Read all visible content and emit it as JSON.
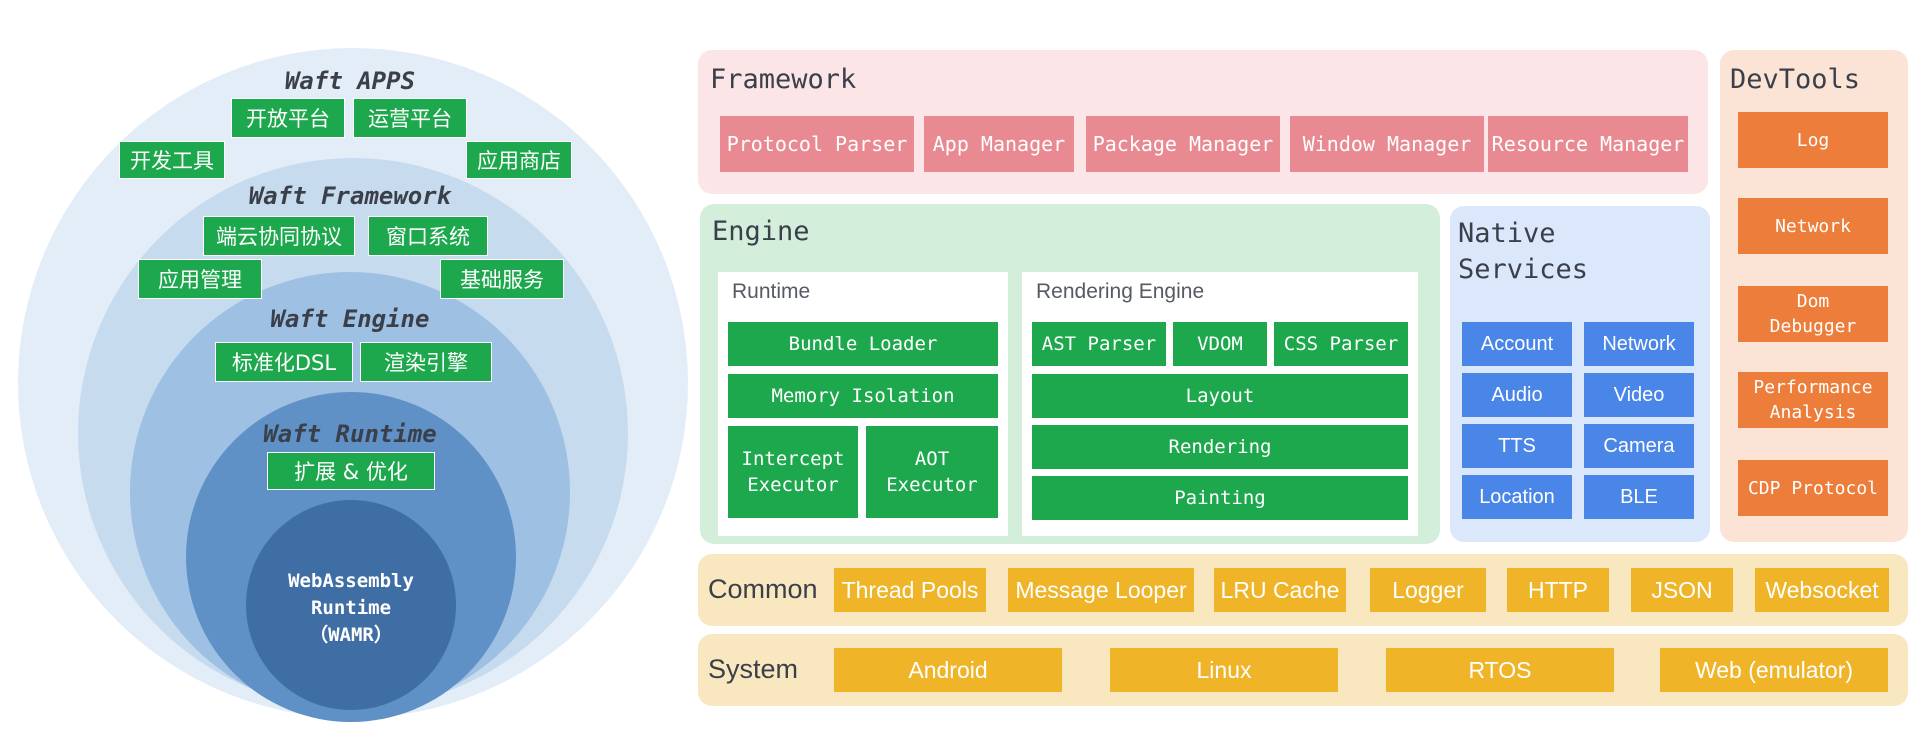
{
  "colors": {
    "green": "#1ea84d",
    "pink_panel": "#fbe5e6",
    "pink_box": "#e98a92",
    "green_panel": "#d3efdc",
    "blue_panel": "#dbe7fb",
    "blue_box": "#4a86e8",
    "orange_panel": "#fbe4d6",
    "orange_box": "#ec7d3a",
    "yellow_panel": "#f8e7bf",
    "yellow_box": "#f0b429",
    "ring_1": "#e3edf8",
    "ring_2": "#c7dbef",
    "ring_3": "#9ec0e3",
    "ring_4": "#5f90c6",
    "core": "#3f6ea5"
  },
  "onion": {
    "apps": {
      "title": "Waft APPS",
      "tags": [
        "开放平台",
        "运营平台",
        "开发工具",
        "应用商店"
      ]
    },
    "framework": {
      "title": "Waft Framework",
      "tags": [
        "端云协同协议",
        "窗口系统",
        "应用管理",
        "基础服务"
      ]
    },
    "engine": {
      "title": "Waft Engine",
      "tags": [
        "标准化DSL",
        "渲染引擎"
      ]
    },
    "runtime": {
      "title": "Waft Runtime",
      "tags": [
        "扩展 & 优化"
      ]
    },
    "core": {
      "line1": "WebAssembly",
      "line2": "Runtime",
      "line3": "（WAMR）"
    }
  },
  "framework": {
    "title": "Framework",
    "items": [
      "Protocol Parser",
      "App Manager",
      "Package Manager",
      "Window Manager",
      "Resource Manager"
    ]
  },
  "devtools": {
    "title": "DevTools",
    "items": [
      "Log",
      "Network",
      "Dom\nDebugger",
      "Performance\nAnalysis",
      "CDP Protocol"
    ]
  },
  "engine": {
    "title": "Engine",
    "runtime": {
      "title": "Runtime",
      "bundle_loader": "Bundle Loader",
      "memory_isolation": "Memory Isolation",
      "intercept_executor": "Intercept\nExecutor",
      "aot_executor": "AOT\nExecutor"
    },
    "rendering": {
      "title": "Rendering Engine",
      "ast_parser": "AST Parser",
      "vdom": "VDOM",
      "css_parser": "CSS Parser",
      "layout": "Layout",
      "rendering": "Rendering",
      "painting": "Painting"
    }
  },
  "native_services": {
    "title": "Native\nServices",
    "items": [
      "Account",
      "Network",
      "Audio",
      "Video",
      "TTS",
      "Camera",
      "Location",
      "BLE"
    ]
  },
  "common": {
    "title": "Common",
    "items": [
      "Thread Pools",
      "Message Looper",
      "LRU Cache",
      "Logger",
      "HTTP",
      "JSON",
      "Websocket"
    ]
  },
  "system": {
    "title": "System",
    "items": [
      "Android",
      "Linux",
      "RTOS",
      "Web (emulator)"
    ]
  }
}
